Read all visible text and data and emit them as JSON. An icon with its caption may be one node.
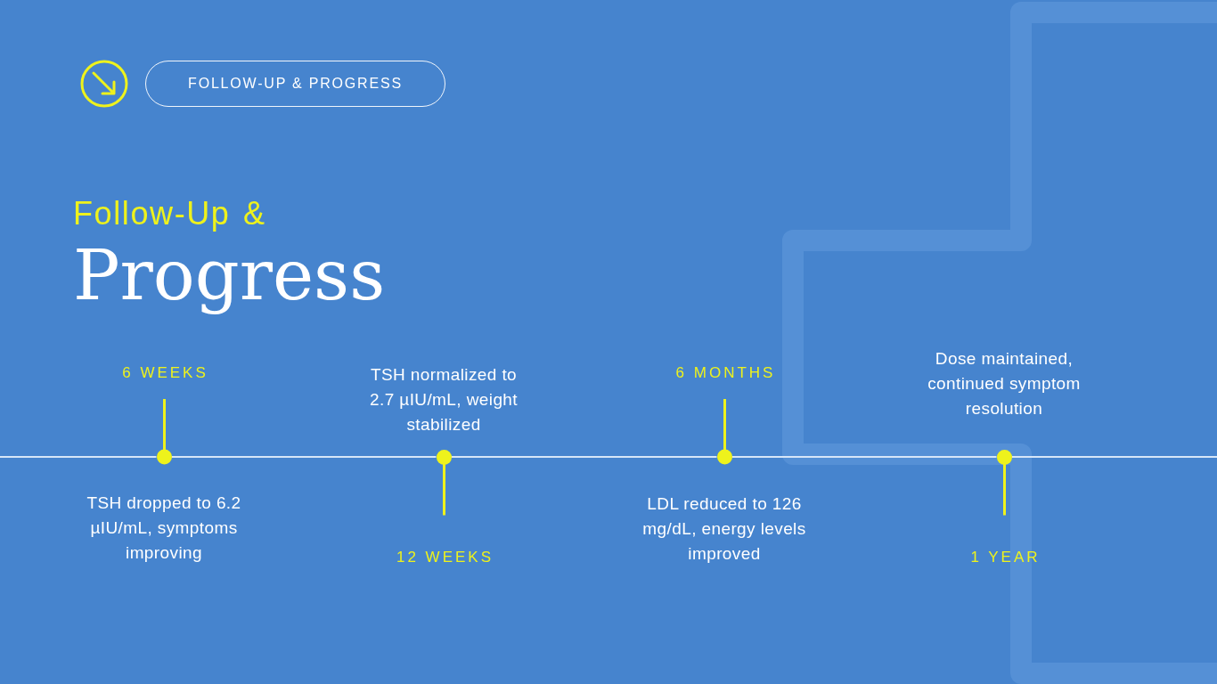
{
  "diagram": {
    "title": "Follow-Up & Progress",
    "nodes": [
      {
        "text": [
          "FOLLOW-UP & PROGRESS"
        ]
      },
      {
        "text": [],
        "shape": "circle",
        "beside": [
          "6 WEEKS",
          "TSH dropped to 6.2 µIU/mL, symptoms improving"
        ]
      },
      {
        "text": [],
        "shape": "circle",
        "beside": [
          "12 WEEKS",
          "TSH normalized to 2.7 µIU/mL, weight stabilized"
        ]
      },
      {
        "text": [],
        "shape": "circle",
        "beside": [
          "6 MONTHS",
          "LDL reduced to 126 mg/dL, energy levels improved"
        ]
      },
      {
        "text": [],
        "shape": "circle",
        "beside": [
          "1 YEAR",
          "Dose maintained, continued symptom resolution"
        ]
      }
    ],
    "edges": [
      {
        "from": null,
        "to": 1,
        "arrow": "none"
      },
      {
        "from": 1,
        "to": 2,
        "arrow": "none"
      },
      {
        "from": 2,
        "to": 3,
        "arrow": "none"
      },
      {
        "from": 3,
        "to": 4,
        "arrow": "none"
      },
      {
        "from": 4,
        "to": null,
        "arrow": "none"
      }
    ]
  }
}
